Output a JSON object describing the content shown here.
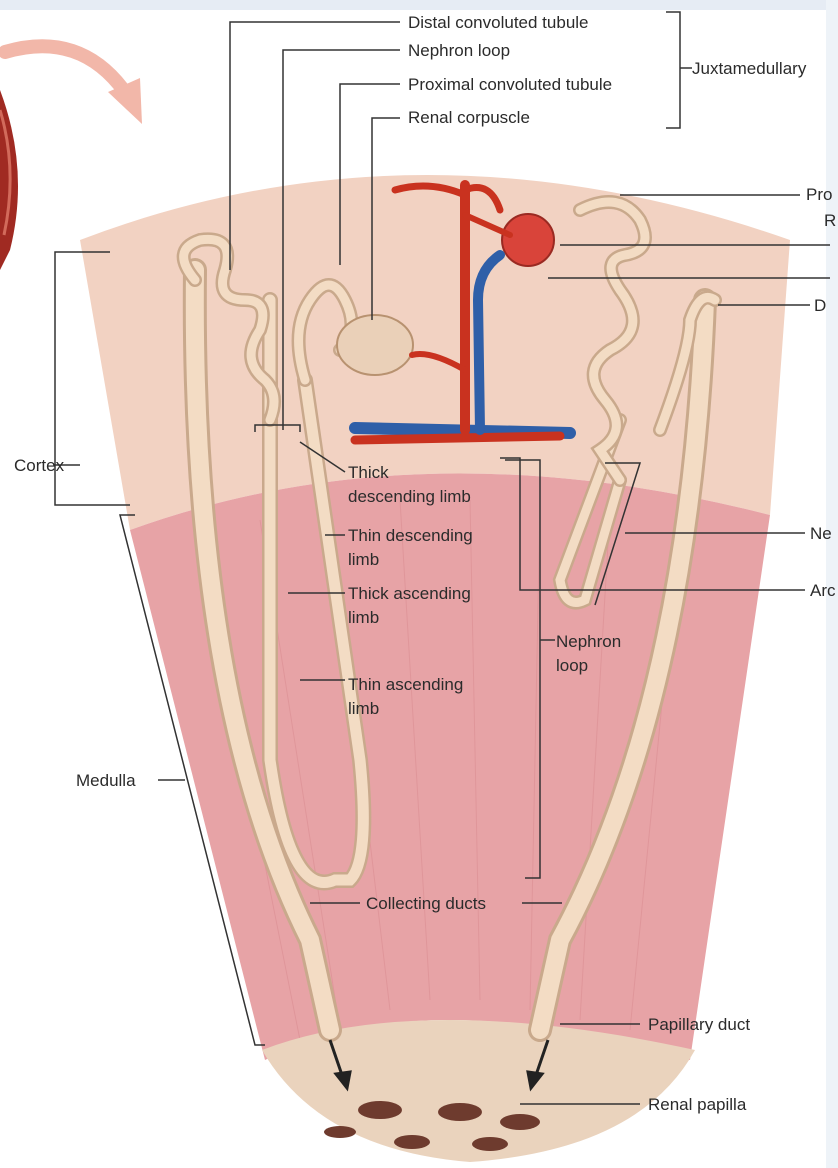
{
  "colors": {
    "cortex": "#f2d2c2",
    "medulla": "#e7a3a6",
    "tubule": "#f3dcc4",
    "artery": "#c9321f",
    "vein": "#2f5fa8",
    "papilla": "#ead3bd",
    "leader": "#333333"
  },
  "labels": {
    "distal_convoluted_tubule": "Distal convoluted tubule",
    "nephron_loop_top": "Nephron loop",
    "proximal_convoluted_tubule": "Proximal convoluted tubule",
    "renal_corpuscle": "Renal corpuscle",
    "juxtamedullary": "Juxtamedullary",
    "right_pro": "Pro",
    "right_r": "R",
    "right_d": "D",
    "right_ne": "Ne",
    "right_arc": "Arc",
    "cortex": "Cortex",
    "medulla": "Medulla",
    "thick_descending_limb_1": "Thick",
    "thick_descending_limb_2": "descending limb",
    "thin_descending_limb_1": "Thin descending",
    "thin_descending_limb_2": "limb",
    "thick_ascending_limb_1": "Thick ascending",
    "thick_ascending_limb_2": "limb",
    "thin_ascending_limb_1": "Thin ascending",
    "thin_ascending_limb_2": "limb",
    "nephron_loop_mid_1": "Nephron",
    "nephron_loop_mid_2": "loop",
    "collecting_ducts": "Collecting ducts",
    "papillary_duct": "Papillary duct",
    "renal_papilla": "Renal papilla"
  }
}
